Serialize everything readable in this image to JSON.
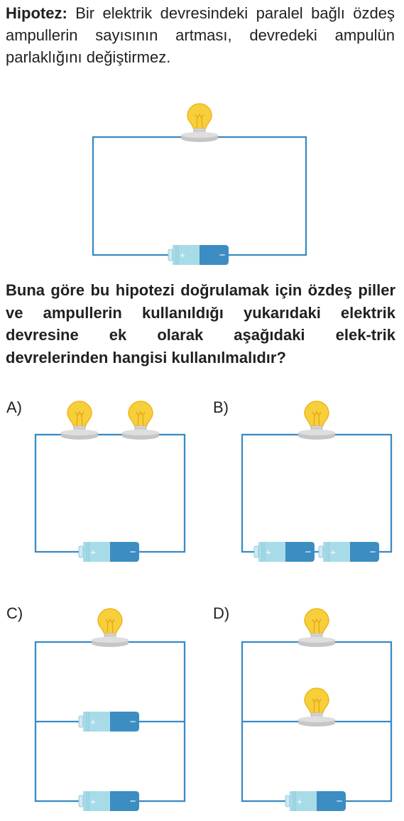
{
  "hypothesis": {
    "label": "Hipotez:",
    "text": " Bir elektrik devresindeki paralel bağlı özdeş ampullerin sayısının artması, devredeki ampulün parlaklığını değiştirmez."
  },
  "battery_signs": {
    "plus": "+",
    "minus": "−"
  },
  "question": "Buna göre bu hipotezi doğrulamak için özdeş piller ve ampullerin kullanıldığı yukarıdaki elektrik devresine ek olarak aşağıdaki elek-trik devrelerinden hangisi kullanılmalıdır?",
  "options": [
    {
      "letter": "A)"
    },
    {
      "letter": "B)"
    },
    {
      "letter": "C)"
    },
    {
      "letter": "D)"
    }
  ],
  "colors": {
    "wire": "#3a8ac5",
    "bulb_glass": "#f7cf3b",
    "bulb_glass_edge": "#efb51b",
    "bulb_base": "#c6c6c6",
    "battery_plus": "#a8dbe8",
    "battery_minus": "#3c8dc2"
  }
}
